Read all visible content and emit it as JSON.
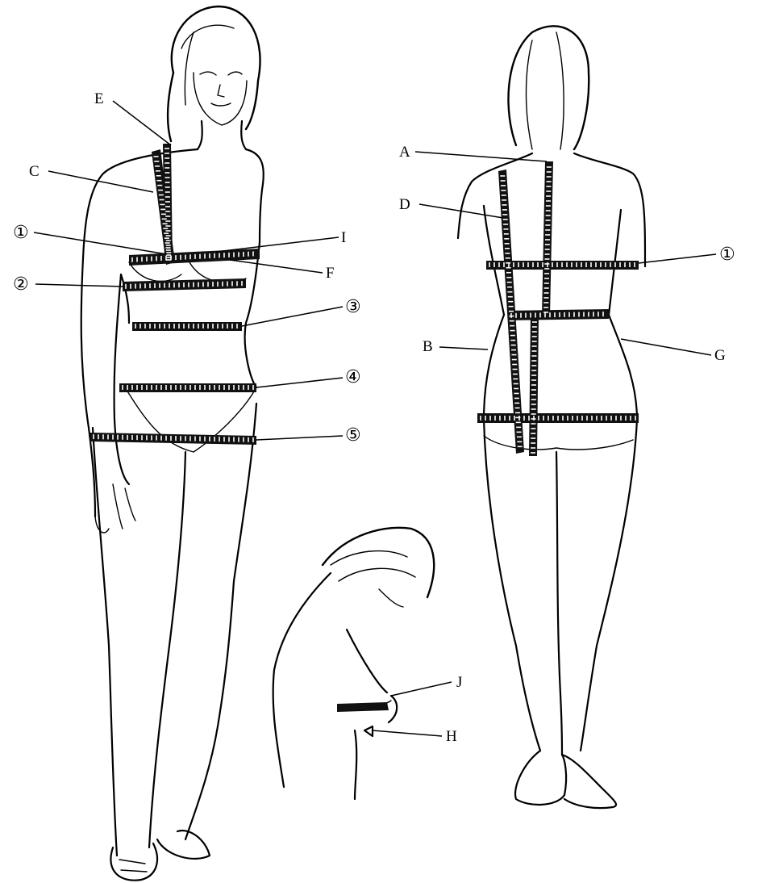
{
  "labels": {
    "A": "A",
    "B": "B",
    "C": "C",
    "D": "D",
    "E": "E",
    "F": "F",
    "G": "G",
    "H": "H",
    "I": "I",
    "J": "J",
    "n1": "①",
    "n2": "②",
    "n3": "③",
    "n4": "④",
    "n5": "⑤",
    "n1_back": "①"
  }
}
